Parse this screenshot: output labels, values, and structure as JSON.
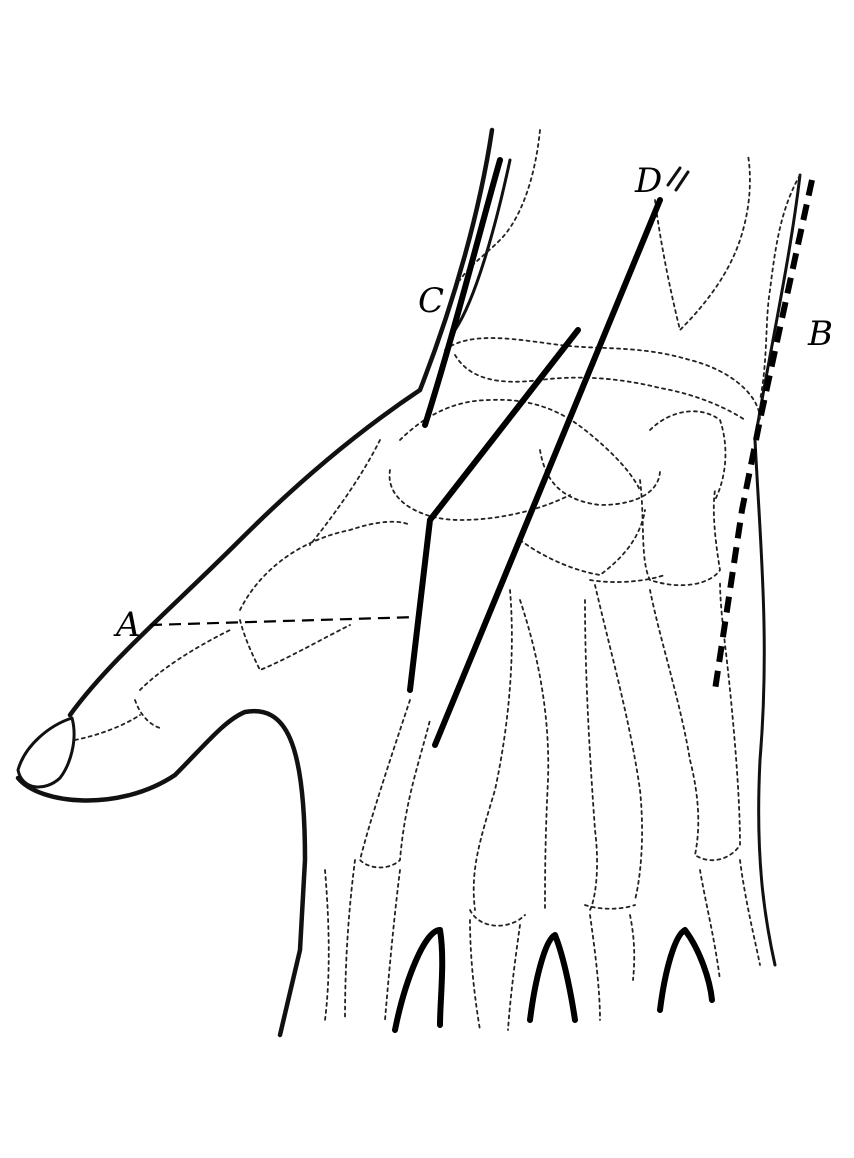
{
  "figure": {
    "labels": {
      "a": "A",
      "b": "B",
      "c": "C",
      "d": "D"
    }
  }
}
